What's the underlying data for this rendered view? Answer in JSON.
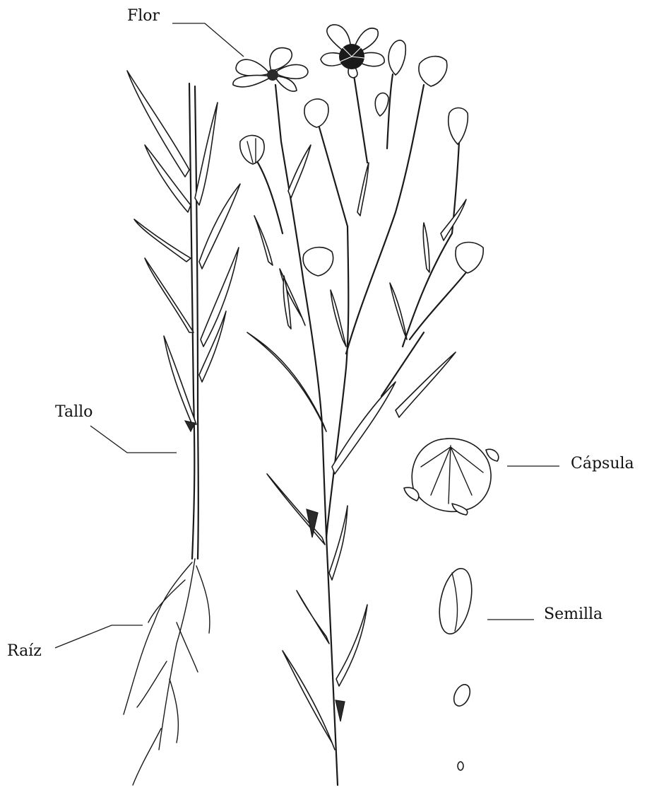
{
  "labels": {
    "flor": "Flor",
    "tallo": "Tallo",
    "capsula": "Cápsula",
    "semilla": "Semilla",
    "raiz": "Raíz"
  },
  "colors": {
    "ink": "#1a1a1a",
    "background": "#ffffff"
  }
}
